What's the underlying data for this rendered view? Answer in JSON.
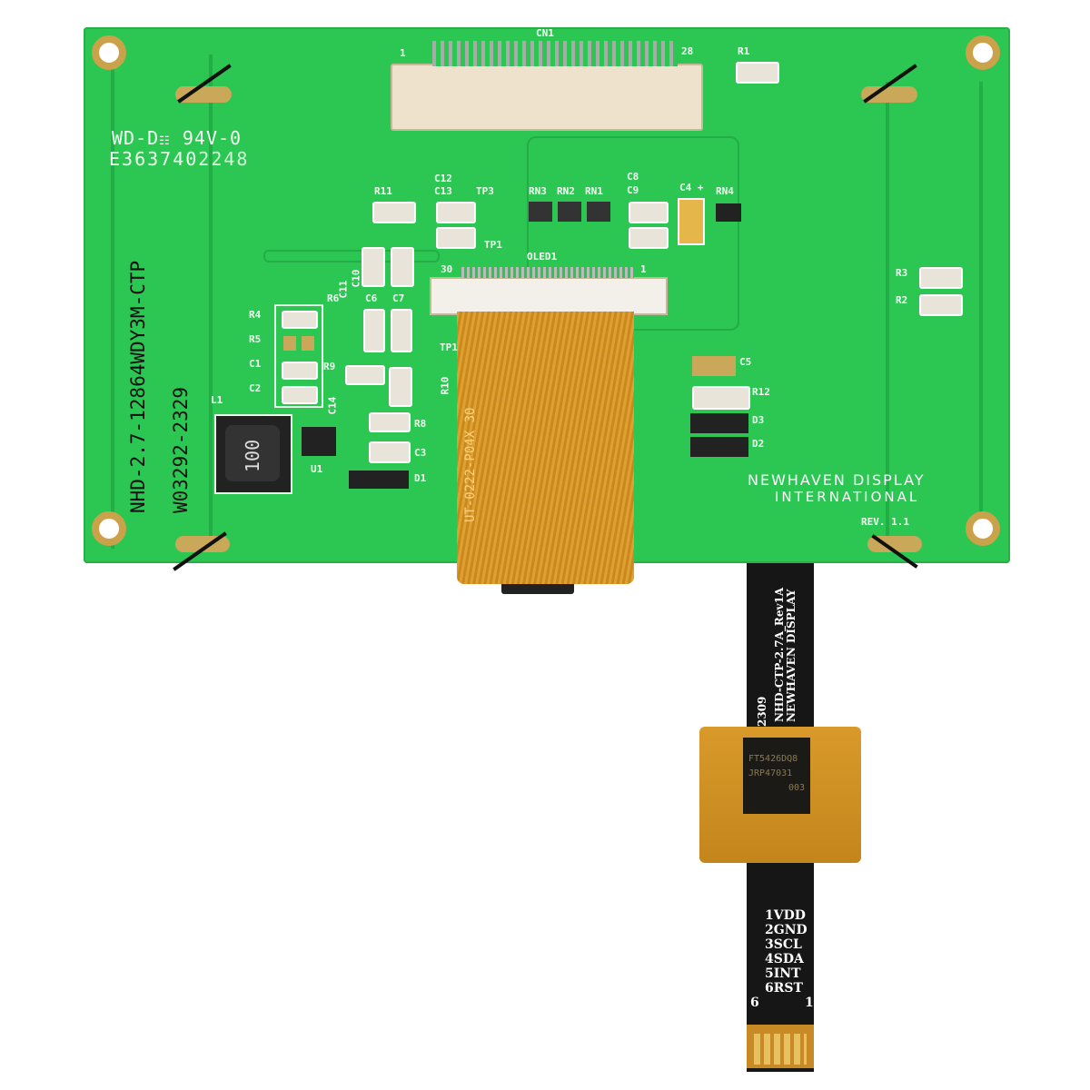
{
  "board": {
    "ul_mark": "WD-D",
    "rating": "94V-0",
    "ul_file": "E363740",
    "date_code": "2248",
    "part_number": "NHD-2.7-12864WDY3M-CTP",
    "work_order": "W03292-2329",
    "revision": "REV. 1.1",
    "brand_line1": "NEWHAVEN DISPLAY",
    "brand_line2": "INTERNATIONAL",
    "connector_cn1": {
      "name": "CN1",
      "pin_first": "1",
      "pin_last": "28"
    },
    "connector_oled": {
      "name": "OLED1",
      "pin_first": "30",
      "pin_last": "1"
    },
    "inductor_marking": "100",
    "refs": [
      "R1",
      "R11",
      "C12",
      "C13",
      "TP3",
      "TP1",
      "RN3",
      "RN2",
      "RN1",
      "C8",
      "C9",
      "C4 +",
      "RN4",
      "R3",
      "R2",
      "C11",
      "C10",
      "R6",
      "C6",
      "C7",
      "R4",
      "R5",
      "C1",
      "C2",
      "R9",
      "C14",
      "R10",
      "R8",
      "C3",
      "D1",
      "U1",
      "L1",
      "C5",
      "R12",
      "D3",
      "D2",
      "TP1"
    ]
  },
  "fpc": {
    "marking": "UT-0222-P04X 30"
  },
  "ctp_tail": {
    "marking_line1": "NHD-CTP-2.7A_Rev1A",
    "marking_line2": "NEWHAVEN DISPLAY",
    "date": "2309",
    "ic_line1": "FT5426DQ8",
    "ic_line2": "JRP47031",
    "ic_line3": "003",
    "pins": [
      "1VDD",
      "2GND",
      "3SCL",
      "4SDA",
      "5INT",
      "6RST"
    ],
    "pin_end_left": "6",
    "pin_end_right": "1"
  },
  "colors": {
    "pcb": "#2cc653",
    "flex": "#d99a2a",
    "tail": "#161616",
    "gold": "#c9a24a"
  }
}
